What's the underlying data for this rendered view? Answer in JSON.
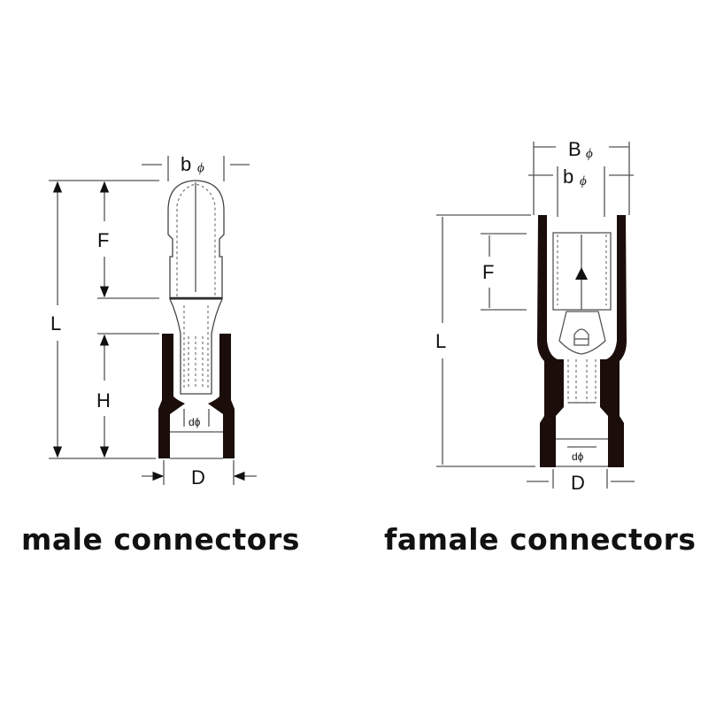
{
  "male": {
    "caption": "male connectors",
    "labels": {
      "b": "b",
      "phi": "ϕ",
      "F": "F",
      "L": "L",
      "H": "H",
      "d": "dϕ",
      "D": "D"
    }
  },
  "female": {
    "caption": "famale connectors",
    "labels": {
      "B": "B",
      "b": "b",
      "phi": "ϕ",
      "F": "F",
      "L": "L",
      "d": "dϕ",
      "D": "D"
    }
  },
  "colors": {
    "sleeve": "#1a0d0a",
    "line": "#555555"
  }
}
